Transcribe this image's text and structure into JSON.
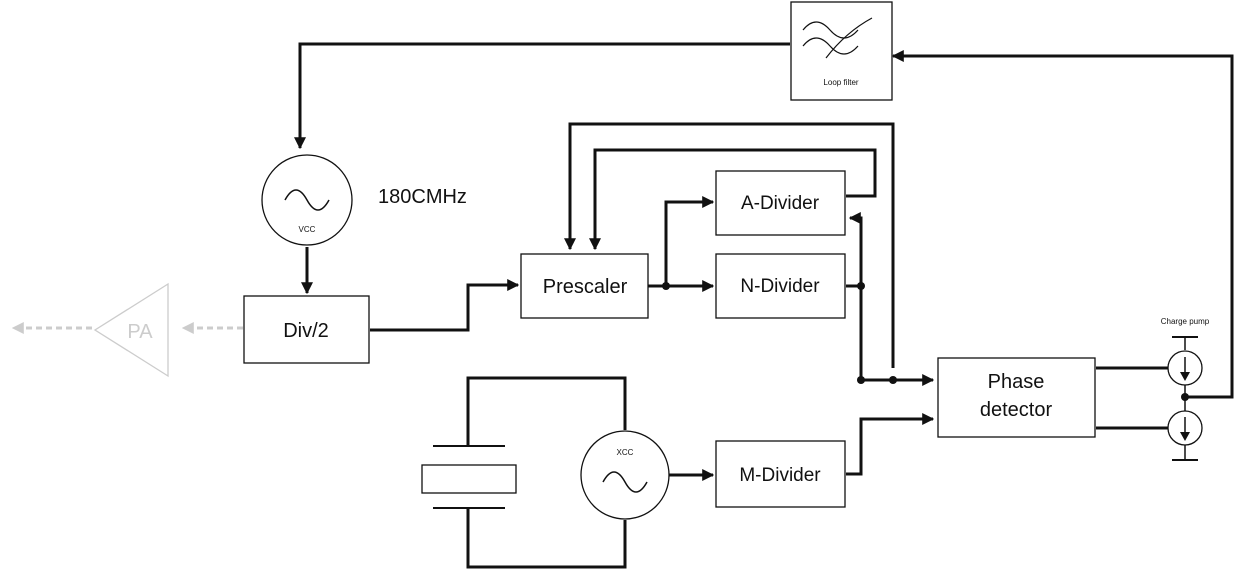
{
  "blocks": {
    "loop_filter": "Loop filter",
    "vco": "VCC",
    "frequency": "180CMHz",
    "div2": "Div/2",
    "pa": "PA",
    "prescaler": "Prescaler",
    "a_divider": "A-Divider",
    "n_divider": "N-Divider",
    "m_divider": "M-Divider",
    "phase_detector_line1": "Phase",
    "phase_detector_line2": "detector",
    "charge_pump": "Charge pump",
    "xco": "XCC"
  },
  "colors": {
    "line": "#111111",
    "faded": "#cccccc"
  }
}
